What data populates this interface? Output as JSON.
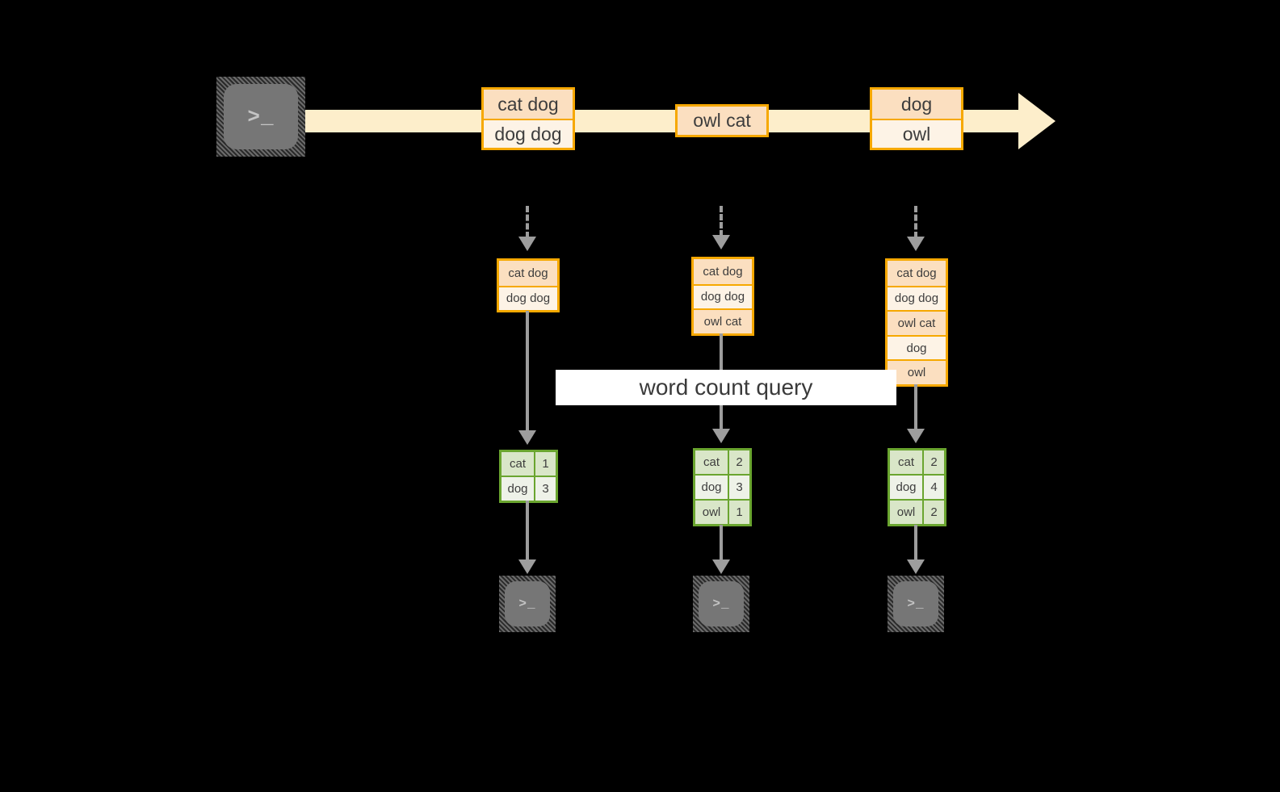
{
  "diagram": {
    "title_label": "word count query",
    "source": {
      "icon": "terminal-icon",
      "glyph": ">_"
    },
    "stream": {
      "messages": [
        {
          "id": "batch-1",
          "lines": [
            "cat dog",
            "dog dog"
          ]
        },
        {
          "id": "batch-2",
          "lines": [
            "owl cat"
          ]
        },
        {
          "id": "batch-3",
          "lines": [
            "dog",
            "owl"
          ]
        }
      ]
    },
    "columns": [
      {
        "id": "snapshot-1",
        "table_lines": [
          "cat dog",
          "dog dog"
        ],
        "results": {
          "rows": [
            {
              "word": "cat",
              "count": "1"
            },
            {
              "word": "dog",
              "count": "3"
            }
          ]
        },
        "sink": {
          "icon": "terminal-icon",
          "glyph": ">_"
        }
      },
      {
        "id": "snapshot-2",
        "table_lines": [
          "cat dog",
          "dog dog",
          "owl cat"
        ],
        "results": {
          "rows": [
            {
              "word": "cat",
              "count": "2"
            },
            {
              "word": "dog",
              "count": "3"
            },
            {
              "word": "owl",
              "count": "1"
            }
          ]
        },
        "sink": {
          "icon": "terminal-icon",
          "glyph": ">_"
        }
      },
      {
        "id": "snapshot-3",
        "table_lines": [
          "cat dog",
          "dog dog",
          "owl cat",
          "dog",
          "owl"
        ],
        "results": {
          "rows": [
            {
              "word": "cat",
              "count": "2"
            },
            {
              "word": "dog",
              "count": "4"
            },
            {
              "word": "owl",
              "count": "2"
            }
          ]
        },
        "sink": {
          "icon": "terminal-icon",
          "glyph": ">_"
        }
      }
    ],
    "colors": {
      "stream_fill": "#fdeecb",
      "message_border": "#f6a800",
      "message_fill_dark": "#fbdfc0",
      "message_fill_light": "#fdf3e6",
      "table_border": "#6aa52f",
      "table_fill_dark": "#d9e6c8",
      "table_fill_light": "#eef2e8",
      "connector": "#9d9d9d",
      "terminal_fill": "#767676",
      "background": "#000000",
      "banner_fill": "#ffffff"
    }
  }
}
